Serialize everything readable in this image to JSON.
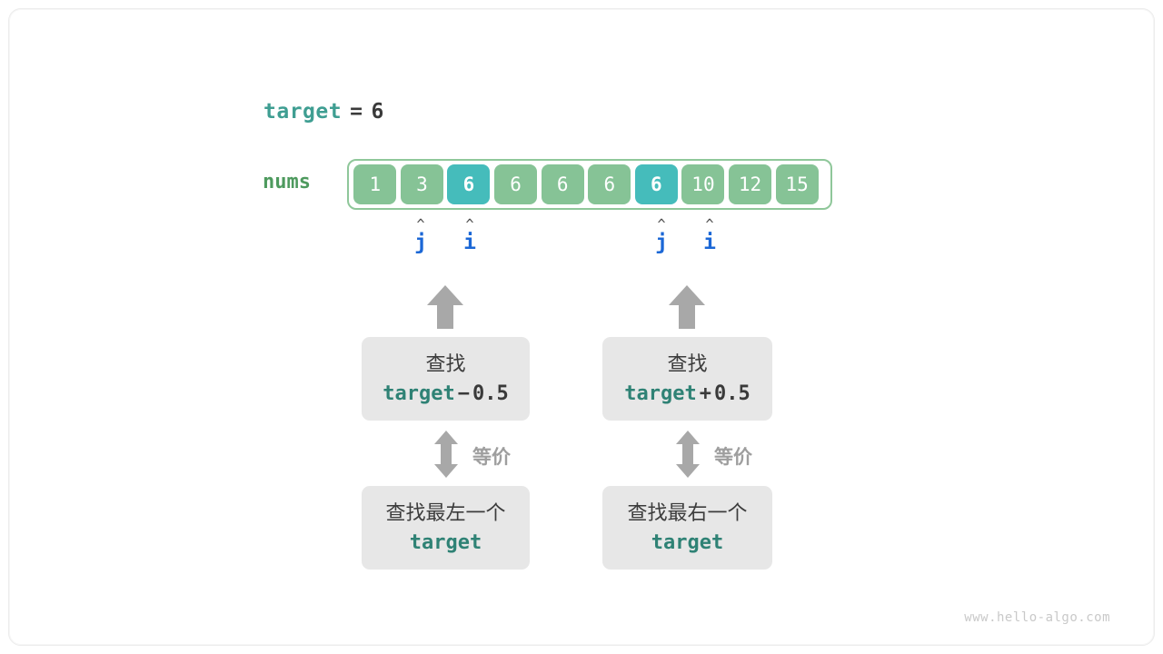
{
  "diagram": {
    "title_line": {
      "var": "target",
      "operator": "=",
      "value": "6"
    },
    "array": {
      "label": "nums",
      "values": [
        "1",
        "3",
        "6",
        "6",
        "6",
        "6",
        "6",
        "10",
        "12",
        "15"
      ],
      "highlighted_indices": [
        2,
        6
      ],
      "cell_color": "#86c396",
      "highlight_color": "#45bcbb",
      "border_color": "#8fc79a"
    },
    "pointers": [
      {
        "caret": "^",
        "label": "j",
        "cell_index": 1,
        "group": "left"
      },
      {
        "caret": "^",
        "label": "i",
        "cell_index": 2,
        "group": "left"
      },
      {
        "caret": "^",
        "label": "j",
        "cell_index": 6,
        "group": "right"
      },
      {
        "caret": "^",
        "label": "i",
        "cell_index": 7,
        "group": "right"
      }
    ],
    "pointer_color": "#1b67d6",
    "columns": [
      {
        "id": "left",
        "top_box": {
          "line1": "查找",
          "var": "target",
          "operator": "−",
          "operand": "0.5"
        },
        "relation_label": "等价",
        "bottom_box": {
          "line1": "查找最左一个",
          "var": "target"
        }
      },
      {
        "id": "right",
        "top_box": {
          "line1": "查找",
          "var": "target",
          "operator": "+",
          "operand": "0.5"
        },
        "relation_label": "等价",
        "bottom_box": {
          "line1": "查找最右一个",
          "var": "target"
        }
      }
    ],
    "accent_colors": {
      "target_teal": "#3f9e92",
      "box_gray": "#e7e7e7",
      "arrow_gray": "#a8a8a8"
    },
    "footer": "www.hello-algo.com"
  }
}
